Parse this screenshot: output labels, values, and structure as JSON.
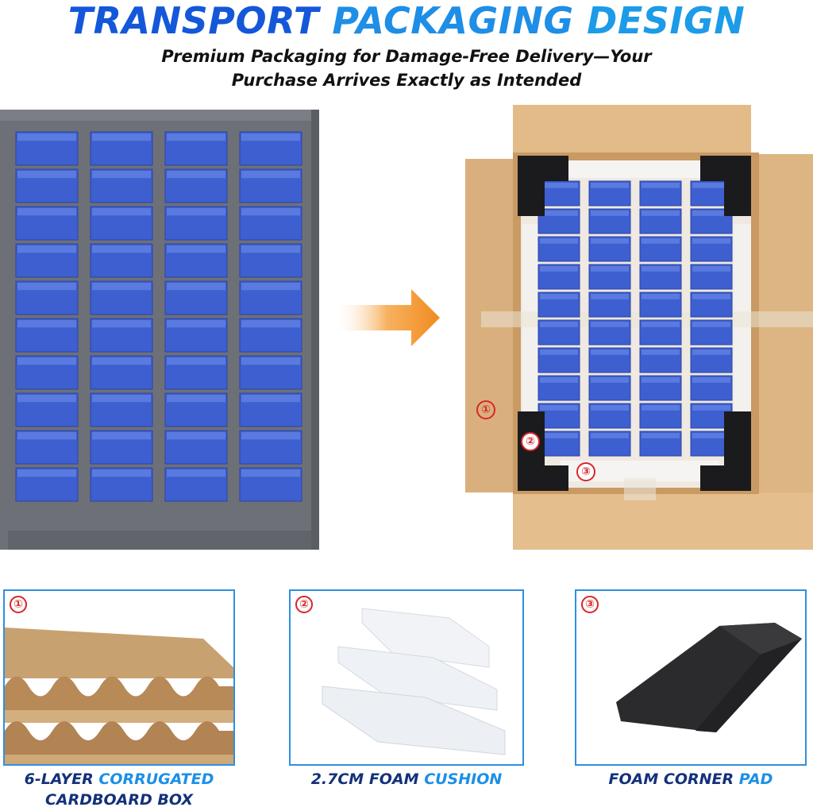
{
  "header": {
    "title_part1": "TRANSPORT",
    "title_part2": "PACKAGING",
    "title_part3": "DESIGN",
    "subtitle_line1": "Premium Packaging for Damage-Free Delivery—Your",
    "subtitle_line2": "Purchase Arrives Exactly as Intended"
  },
  "colors": {
    "title_dark_blue": "#1457d9",
    "title_light_blue": "#1c9be8",
    "card_border": "#2f8fdf",
    "marker_red": "#d8262b",
    "caption_navy": "#13317a",
    "drawer_blue": "#3d5fd0",
    "cabinet_gray": "#6e7078",
    "cardboard": "#d9b07d",
    "arrow_orange": "#f18a1e"
  },
  "cabinet": {
    "columns": 4,
    "rows": 10
  },
  "box_markers": [
    "①",
    "②",
    "③"
  ],
  "components": [
    {
      "number": "①",
      "caption_main": "6-LAYER ",
      "caption_hl": "CORRUGATED",
      "caption_line2": "CARDBOARD BOX",
      "icon": "corrugated-cardboard-icon"
    },
    {
      "number": "②",
      "caption_main": "2.7CM FOAM ",
      "caption_hl": "CUSHION",
      "caption_line2": "",
      "icon": "foam-cushion-icon"
    },
    {
      "number": "③",
      "caption_main": "FOAM CORNER ",
      "caption_hl": "PAD",
      "caption_line2": "",
      "icon": "foam-corner-pad-icon"
    }
  ]
}
